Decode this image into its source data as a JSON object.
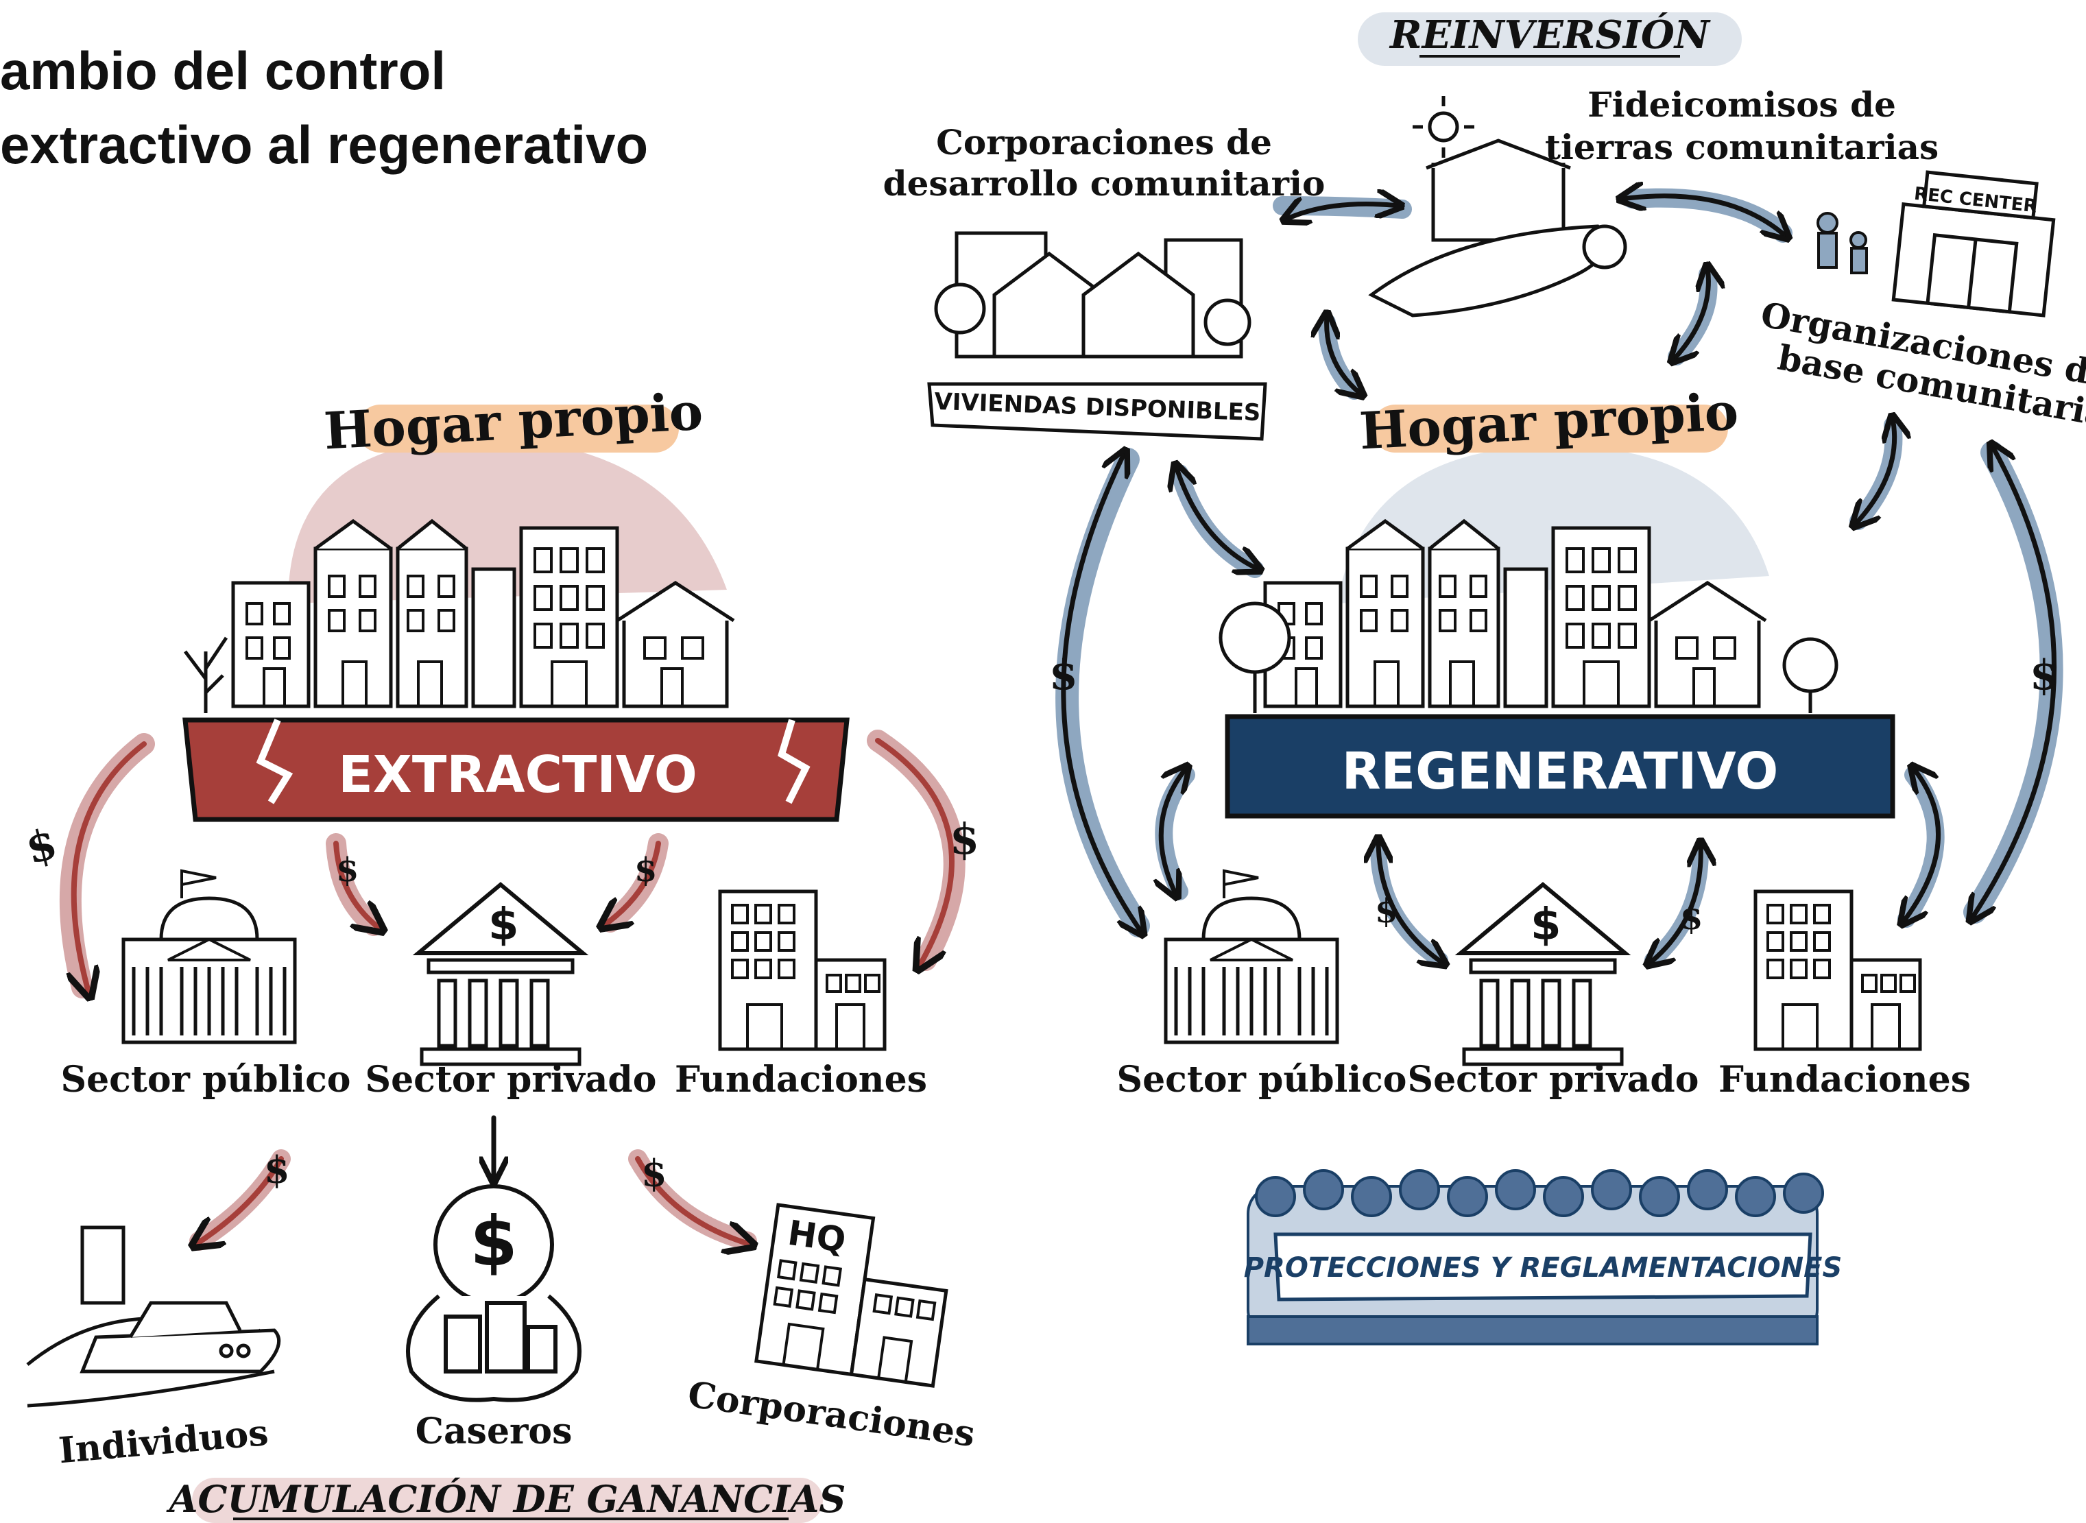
{
  "title": {
    "line1": "ambio del control",
    "line2": "extractivo al regenerativo"
  },
  "colors": {
    "extractive": "#a63f3a",
    "extractive_light": "#d6a8a8",
    "regenerative": "#1a3f66",
    "regenerative_light": "#8ea7c0",
    "hogar_highlight": "#f7c9a0",
    "reinversion_pill": "#dfe5ec",
    "ganancias_pill": "#eed8d8",
    "people": "#4f6f97"
  },
  "left": {
    "hogar_propio": "Hogar propio",
    "banner": "EXTRACTIVO",
    "dollar": "$",
    "sectors": [
      "Sector público",
      "Sector privado",
      "Fundaciones"
    ],
    "recipients": [
      "Individuos",
      "Caseros",
      "Corporaciones"
    ],
    "hq_label": "HQ",
    "bottom_label": "ACUMULACIÓN DE GANANCIAS"
  },
  "right": {
    "top_label": "REINVERSIÓN",
    "cdc_label": [
      "Corporaciones de",
      "desarrollo comunitario"
    ],
    "viviendas": "VIVIENDAS DISPONIBLES",
    "clt_label": [
      "Fideicomisos de",
      "tierras comunitarias"
    ],
    "rec_center": "REC CENTER",
    "cbo_label": [
      "Organizaciones de",
      "base comunitaria"
    ],
    "hogar_propio": "Hogar propio",
    "banner": "REGENERATIVO",
    "dollar": "$",
    "sectors": [
      "Sector público",
      "Sector privado",
      "Fundaciones"
    ],
    "protections": "PROTECCIONES Y REGLAMENTACIONES"
  }
}
